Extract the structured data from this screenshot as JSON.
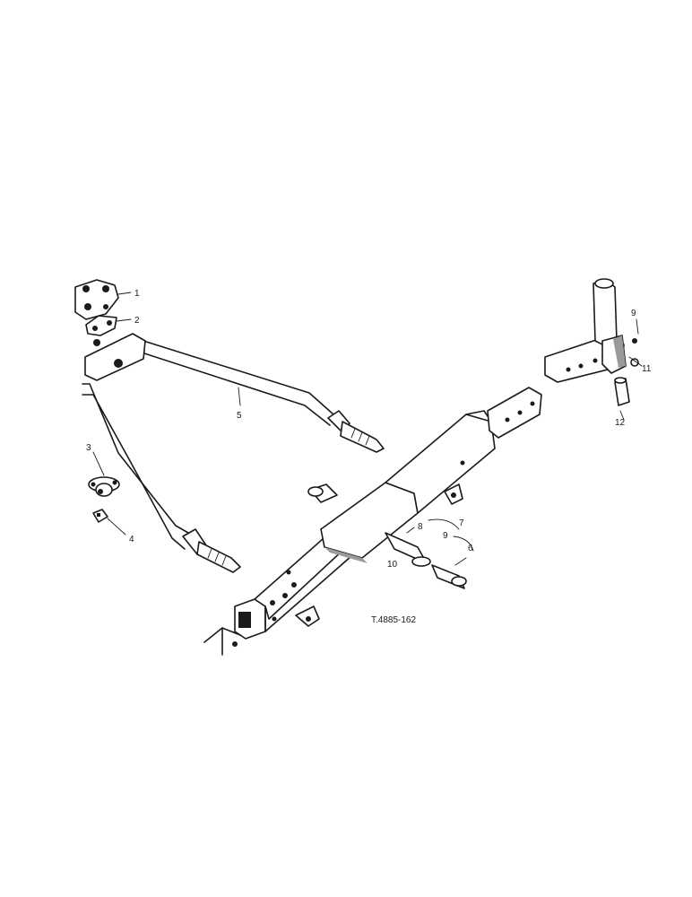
{
  "figure": {
    "reference_code": "T.4885-162"
  },
  "callouts": {
    "c1": "1",
    "c2": "2",
    "c3": "3",
    "c4": "4",
    "c5": "5",
    "c6": "6",
    "c7": "7",
    "c8": "8",
    "c9a": "9",
    "c9b": "9",
    "c10": "10",
    "c11": "11",
    "c12": "12"
  }
}
